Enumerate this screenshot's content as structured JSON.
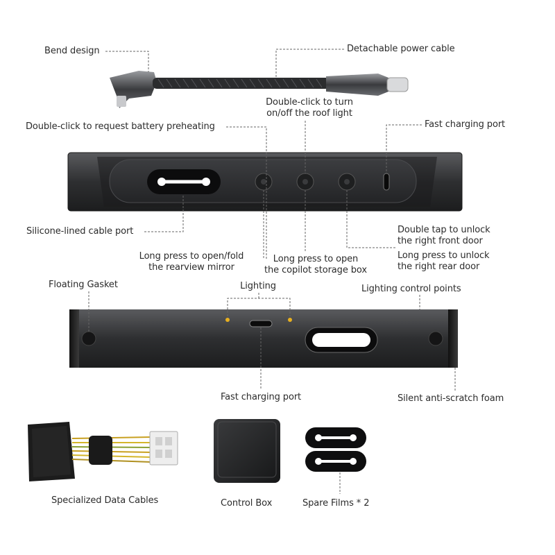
{
  "cable": {
    "bend_label": "Bend design",
    "power_label": "Detachable power cable"
  },
  "top_panel": {
    "preheat_label": "Double-click to request battery preheating",
    "roof_light_line1": "Double-click to turn",
    "roof_light_line2": "on/off the roof light",
    "fast_port_label": "Fast charging port",
    "cable_port_label": "Silicone-lined cable port",
    "mirror_line1": "Long press to open/fold",
    "mirror_line2": "the rearview mirror",
    "storage_line1": "Long press to open",
    "storage_line2": "the copilot storage box",
    "front_door_line1": "Double tap to unlock",
    "front_door_line2": "the right front door",
    "rear_door_line1": "Long press to unlock",
    "rear_door_line2": "the right rear door"
  },
  "bottom_panel": {
    "gasket_label": "Floating Gasket",
    "lighting_label": "Lighting",
    "control_points_label": "Lighting control points",
    "fast_port_label": "Fast charging port",
    "foam_label": "Silent anti-scratch foam"
  },
  "accessories": {
    "cables_label": "Specialized Data Cables",
    "control_box_label": "Control Box",
    "films_label": "Spare Films * 2"
  },
  "colors": {
    "panel_dark": "#2a2b2d",
    "panel_mid": "#4a4b4e",
    "led": "#e8b020",
    "line": "#666666"
  }
}
